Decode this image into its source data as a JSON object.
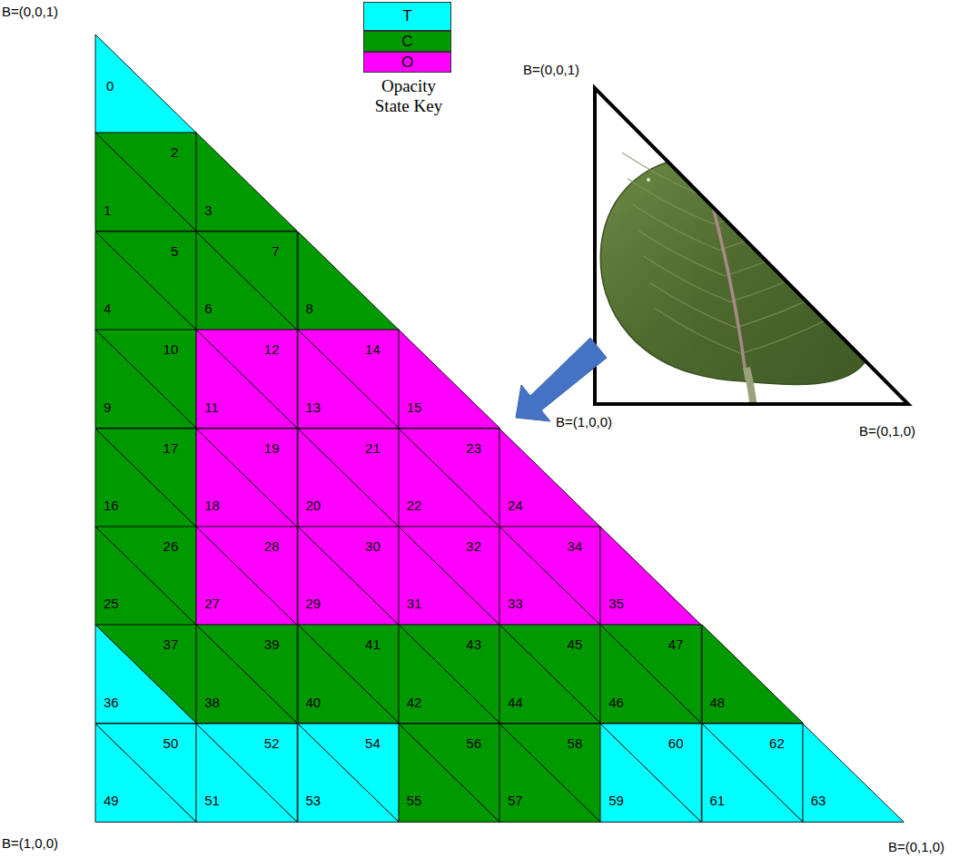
{
  "diagram": {
    "nodes": [
      {
        "text": [
          "0"
        ]
      },
      {
        "text": [
          "1"
        ]
      },
      {
        "text": [
          "2"
        ]
      },
      {
        "text": [
          "3"
        ]
      },
      {
        "text": [
          "4"
        ]
      },
      {
        "text": [
          "5"
        ]
      },
      {
        "text": [
          "6"
        ]
      },
      {
        "text": [
          "7"
        ]
      },
      {
        "text": [
          "8"
        ]
      },
      {
        "text": [
          "9"
        ]
      },
      {
        "text": [
          "10"
        ]
      },
      {
        "text": [
          "11"
        ]
      },
      {
        "text": [
          "12"
        ]
      },
      {
        "text": [
          "13"
        ]
      },
      {
        "text": [
          "14"
        ]
      },
      {
        "text": [
          "15"
        ]
      },
      {
        "text": [
          "16"
        ]
      },
      {
        "text": [
          "17"
        ]
      },
      {
        "text": [
          "18"
        ]
      },
      {
        "text": [
          "19"
        ]
      },
      {
        "text": [
          "20"
        ]
      },
      {
        "text": [
          "21"
        ]
      },
      {
        "text": [
          "22"
        ]
      },
      {
        "text": [
          "23"
        ]
      },
      {
        "text": [
          "24"
        ]
      },
      {
        "text": [
          "25"
        ]
      },
      {
        "text": [
          "26"
        ]
      },
      {
        "text": [
          "27"
        ]
      },
      {
        "text": [
          "28"
        ]
      },
      {
        "text": [
          "29"
        ]
      },
      {
        "text": [
          "30"
        ]
      },
      {
        "text": [
          "31"
        ]
      },
      {
        "text": [
          "32"
        ]
      },
      {
        "text": [
          "33"
        ]
      },
      {
        "text": [
          "34"
        ]
      },
      {
        "text": [
          "35"
        ]
      },
      {
        "text": [
          "36"
        ]
      },
      {
        "text": [
          "37"
        ]
      },
      {
        "text": [
          "38"
        ]
      },
      {
        "text": [
          "39"
        ]
      },
      {
        "text": [
          "40"
        ]
      },
      {
        "text": [
          "41"
        ]
      },
      {
        "text": [
          "42"
        ]
      },
      {
        "text": [
          "43"
        ]
      },
      {
        "text": [
          "44"
        ]
      },
      {
        "text": [
          "45"
        ]
      },
      {
        "text": [
          "46"
        ]
      },
      {
        "text": [
          "47"
        ]
      },
      {
        "text": [
          "48"
        ]
      },
      {
        "text": [
          "49"
        ]
      },
      {
        "text": [
          "50"
        ]
      },
      {
        "text": [
          "51"
        ]
      },
      {
        "text": [
          "52"
        ]
      },
      {
        "text": [
          "53"
        ]
      },
      {
        "text": [
          "54"
        ]
      },
      {
        "text": [
          "55"
        ]
      },
      {
        "text": [
          "56"
        ]
      },
      {
        "text": [
          "57"
        ]
      },
      {
        "text": [
          "58"
        ]
      },
      {
        "text": [
          "59"
        ]
      },
      {
        "text": [
          "60"
        ]
      },
      {
        "text": [
          "61"
        ]
      },
      {
        "text": [
          "62"
        ]
      },
      {
        "text": [
          "63"
        ]
      }
    ],
    "labels": [
      "B=(0,0,1)",
      "Opacity State Key",
      "B=(0,0,1)",
      "B=(1,0,0)",
      "B=(0,1,0)",
      "B=(1,0,0)",
      "B=(0,1,0)"
    ],
    "legend": [
      {
        "text": "T",
        "color": "#00ffff"
      },
      {
        "text": "C",
        "color": "#009a00"
      },
      {
        "text": "O",
        "color": "#ff00ff"
      }
    ]
  }
}
